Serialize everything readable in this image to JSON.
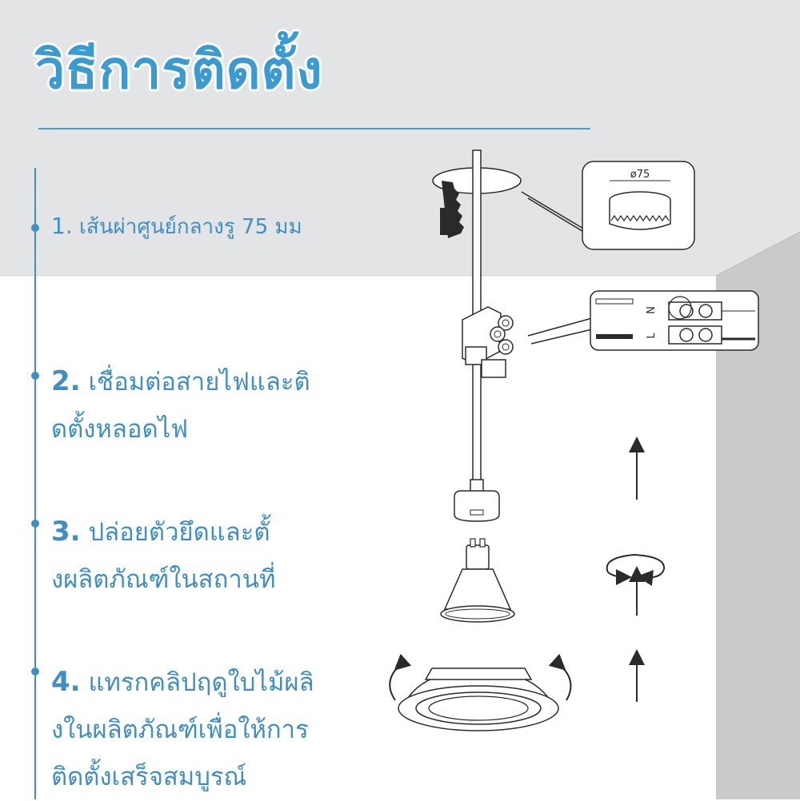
{
  "title": "วิธีการติดตั้ง",
  "steps": [
    {
      "num": "1.",
      "lines": [
        "เส้นผ่าศูนย์กลางรู 75 มม"
      ]
    },
    {
      "num": "2.",
      "lines": [
        "เชื่อมต่อสายไฟและติ",
        "ดตั้งหลอดไฟ"
      ]
    },
    {
      "num": "3.",
      "lines": [
        "ปล่อยตัวยึดและตั้",
        "งผลิตภัณฑ์ในสถานที่"
      ]
    },
    {
      "num": "4.",
      "lines": [
        "แทรกคลิปฤดูใบไม้ผลิ",
        "งในผลิตภัณฑ์เพื่อให้การ",
        "ติดตั้งเสร็จสมบูรณ์"
      ]
    }
  ],
  "diagram": {
    "hole_label": "ø75",
    "terminal_n": "N",
    "terminal_l": "L"
  },
  "colors": {
    "accent": "#3f8fc4",
    "title": "#3a9ad2",
    "ceiling": "#e3e4e6",
    "wall": "#c9cacc",
    "line": "#2a2a2a"
  }
}
